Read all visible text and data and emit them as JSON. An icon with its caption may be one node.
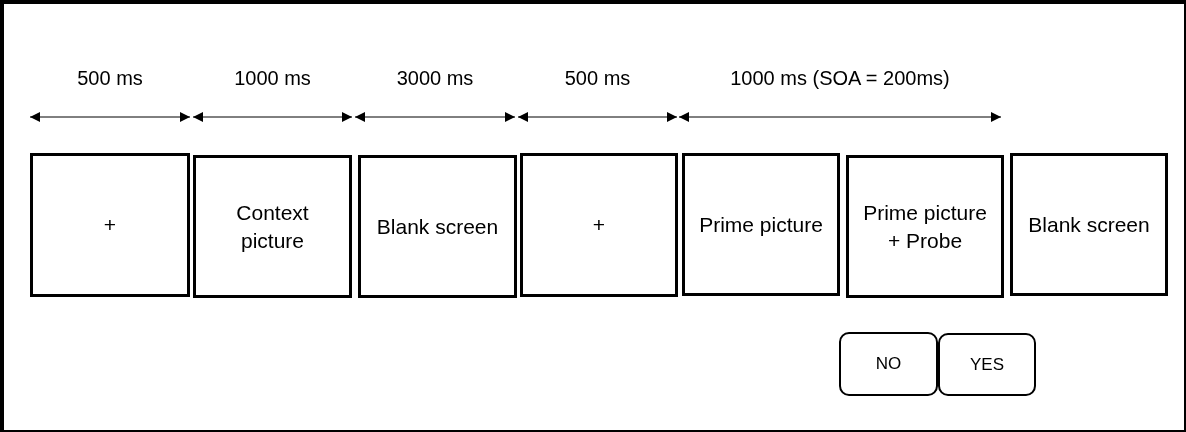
{
  "diagram": {
    "nodes": [
      {
        "text": [
          "+"
        ]
      },
      {
        "text": [
          "Context picture"
        ]
      },
      {
        "text": [
          "Blank screen"
        ]
      },
      {
        "text": [
          "+"
        ]
      },
      {
        "text": [
          "Prime picture"
        ]
      },
      {
        "text": [
          "Prime picture + Probe"
        ]
      },
      {
        "text": [
          "Blank screen"
        ]
      },
      {
        "text": [
          "NO"
        ]
      },
      {
        "text": [
          "YES"
        ]
      }
    ],
    "labels": [
      "500 ms",
      "1000 ms",
      "3000 ms",
      "500 ms",
      "1000 ms (SOA = 200ms)"
    ]
  }
}
